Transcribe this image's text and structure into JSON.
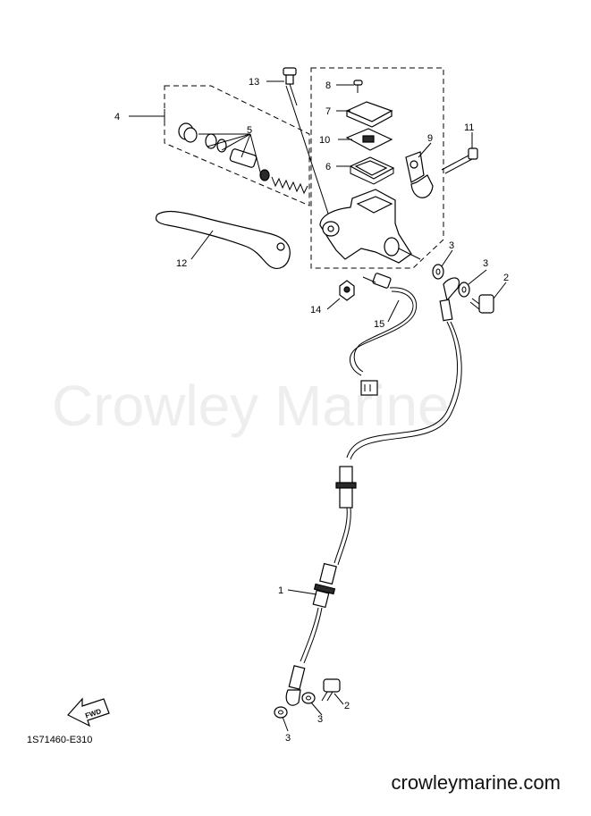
{
  "watermark": "Crowley Marine",
  "footer_url": "crowleymarine.com",
  "diagram_code": "1S71460-E310",
  "fwd_label": "FWD",
  "callouts": {
    "c1": "1",
    "c2a": "2",
    "c2b": "2",
    "c3a": "3",
    "c3b": "3",
    "c3c": "3",
    "c3d": "3",
    "c4": "4",
    "c5": "5",
    "c6": "6",
    "c7": "7",
    "c8": "8",
    "c9": "9",
    "c10": "10",
    "c11": "11",
    "c12": "12",
    "c13": "13",
    "c14": "14",
    "c15": "15"
  }
}
